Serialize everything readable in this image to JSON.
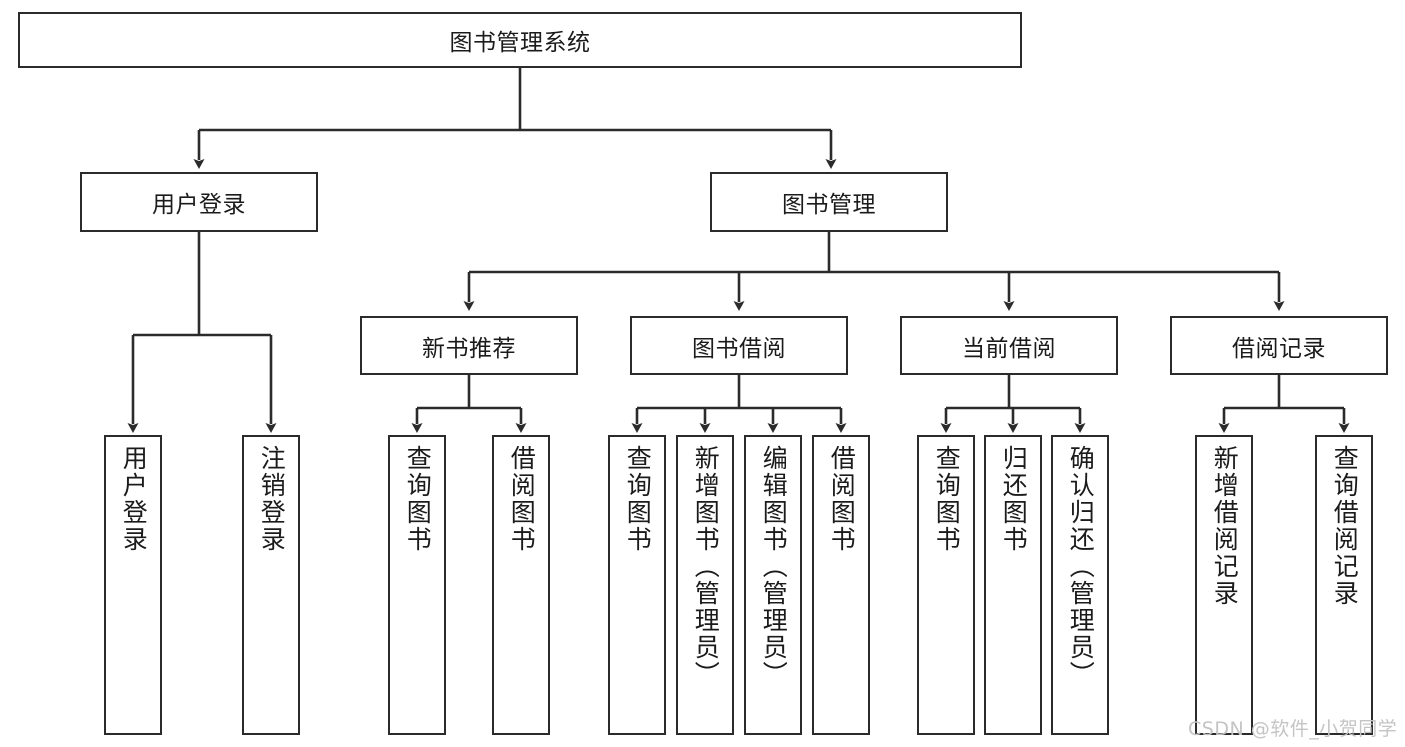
{
  "diagram": {
    "title": "图书管理系统",
    "type": "tree-hierarchy",
    "root": {
      "label": "图书管理系统",
      "orientation": "horizontal"
    },
    "level2": [
      {
        "label": "用户登录",
        "orientation": "horizontal"
      },
      {
        "label": "图书管理",
        "orientation": "horizontal"
      }
    ],
    "level3": [
      {
        "label": "新书推荐",
        "orientation": "horizontal"
      },
      {
        "label": "图书借阅",
        "orientation": "horizontal"
      },
      {
        "label": "当前借阅",
        "orientation": "horizontal"
      },
      {
        "label": "借阅记录",
        "orientation": "horizontal"
      }
    ],
    "leaves": {
      "user_login": [
        {
          "label": "用户登录",
          "orientation": "vertical"
        },
        {
          "label": "注销登录",
          "orientation": "vertical"
        }
      ],
      "new_book_recommend": [
        {
          "label": "查询图书",
          "orientation": "vertical"
        },
        {
          "label": "借阅图书",
          "orientation": "vertical"
        }
      ],
      "book_borrow": [
        {
          "label": "查询图书",
          "orientation": "vertical"
        },
        {
          "label": "新增图书（管理员）",
          "orientation": "vertical"
        },
        {
          "label": "编辑图书（管理员）",
          "orientation": "vertical"
        },
        {
          "label": "借阅图书",
          "orientation": "vertical"
        }
      ],
      "current_borrow": [
        {
          "label": "查询图书",
          "orientation": "vertical"
        },
        {
          "label": "归还图书",
          "orientation": "vertical"
        },
        {
          "label": "确认归还（管理员）",
          "orientation": "vertical"
        }
      ],
      "borrow_record": [
        {
          "label": "新增借阅记录",
          "orientation": "vertical"
        },
        {
          "label": "查询借阅记录",
          "orientation": "vertical"
        }
      ]
    },
    "colors": {
      "stroke": "#2b2b2b",
      "fill": "#ffffff",
      "text": "#1b1b1b",
      "watermark": "#c4c4c4"
    }
  },
  "watermark": {
    "text": "CSDN @软件_小贺同学"
  }
}
